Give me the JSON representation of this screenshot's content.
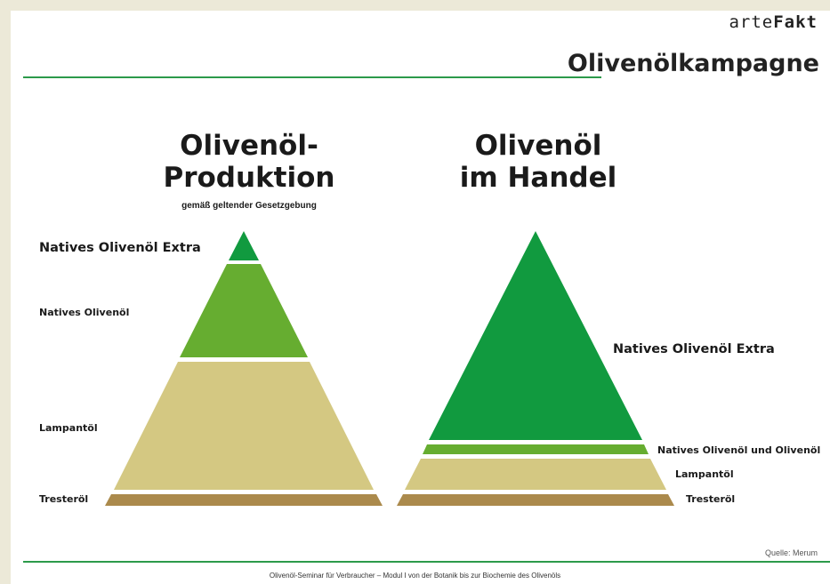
{
  "brand": {
    "prefix": "arte",
    "emphasis": "Fakt",
    "campaign": "Olivenölkampagne"
  },
  "left_pyramid": {
    "title_line1": "Olivenöl-",
    "title_line2": "Produktion",
    "subtitle": "gemäß geltender Gesetzgebung",
    "layers": [
      {
        "label": "Natives Olivenöl Extra",
        "color": "#119a3f"
      },
      {
        "label": "Natives Olivenöl",
        "color": "#66ad30"
      },
      {
        "label": "Lampantöl",
        "color": "#d4c882"
      },
      {
        "label": "Tresteröl",
        "color": "#ab8a4c"
      }
    ]
  },
  "right_pyramid": {
    "title_line1": "Olivenöl",
    "title_line2": "im Handel",
    "layers": [
      {
        "label": "Natives Olivenöl Extra",
        "color": "#119a3f"
      },
      {
        "label": "Natives Olivenöl und Olivenöl",
        "color": "#66ad30"
      },
      {
        "label": "Lampantöl",
        "color": "#d4c882"
      },
      {
        "label": "Tresteröl",
        "color": "#ab8a4c"
      }
    ]
  },
  "colors": {
    "rule": "#2c9a4a"
  },
  "source": "Quelle: Merum",
  "footer": "Olivenöl-Seminar für Verbraucher – Modul I von der Botanik bis zur Biochemie des Olivenöls"
}
